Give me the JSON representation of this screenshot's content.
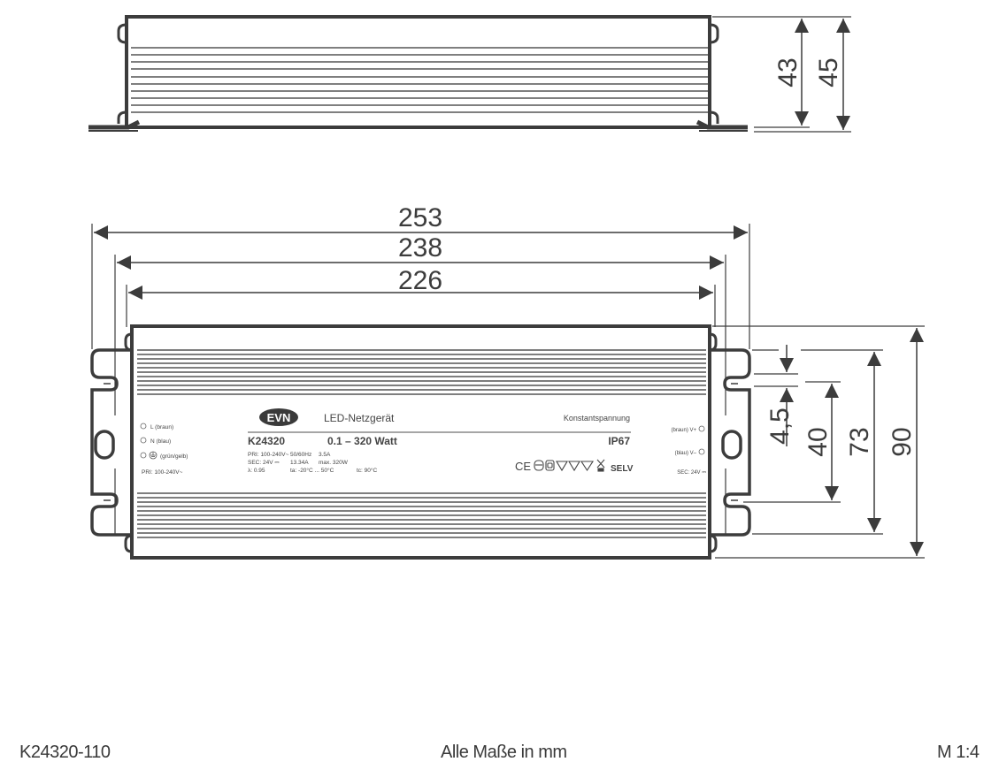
{
  "drawing": {
    "title": "LED-Netzgerät",
    "subtitle": "Konstantspannung",
    "model": "K24320",
    "power_range": "0.1 – 320 Watt",
    "ip_rating": "IP67",
    "brand_logo": "EVN",
    "colors": {
      "line": "#3c3c3c",
      "fin": "#555555",
      "text": "#444444"
    }
  },
  "label_left": {
    "terminals": [
      {
        "name": "L (braun)"
      },
      {
        "name": "N (blau)"
      },
      {
        "name": "(grün/gelb)",
        "icon": "ground-icon"
      }
    ],
    "pri": "PRI: 100-240V~"
  },
  "label_specs": {
    "rows": [
      [
        "PRI:  100-240V~",
        "50/60Hz",
        "3.5A"
      ],
      [
        "SEC: 24V ⎓",
        "13.34A",
        "max. 320W"
      ],
      [
        "λ:     0.95",
        "ta: -20°C ... 50°C",
        "tc: 90°C"
      ]
    ]
  },
  "label_right": {
    "terminals": [
      {
        "name": "(braun) V+"
      },
      {
        "name": "(blau) V–"
      }
    ],
    "sec": "SEC: 24V ⎓"
  },
  "certifications": {
    "symbols": [
      "CE",
      "class-II-lamp-icon",
      "safety-transformer-icon",
      "MM-icon",
      "MM-icon",
      "temp-triangle-icon",
      "weee-bin-icon"
    ],
    "text": "SELV"
  },
  "dimensions": {
    "side_view": {
      "height_inner": "43",
      "height_outer": "45"
    },
    "top_view": {
      "length_total": "253",
      "length_mount": "238",
      "length_body": "226",
      "slot_width": "4,5",
      "mount_spacing": "40",
      "bracket_height": "73",
      "width_total": "90"
    }
  },
  "footer": {
    "part_number": "K24320-110",
    "units_note": "Alle Maße in mm",
    "scale": "M 1:4"
  }
}
